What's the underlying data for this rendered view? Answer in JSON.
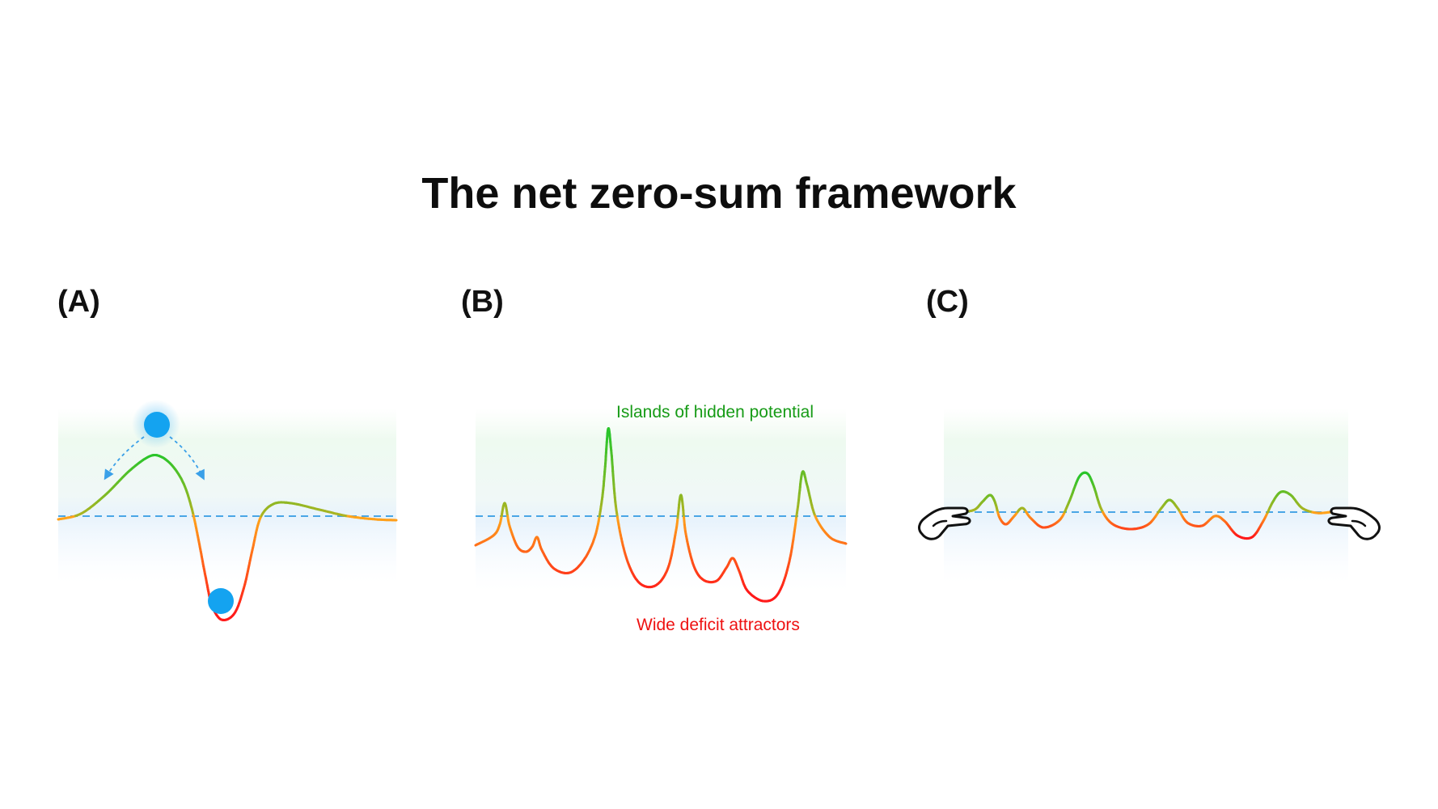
{
  "title": "The net zero-sum framework",
  "panels": [
    {
      "id": "A",
      "label": "(A)"
    },
    {
      "id": "B",
      "label": "(B)"
    },
    {
      "id": "C",
      "label": "(C)"
    }
  ],
  "annotations": {
    "islands": "Islands of hidden potential",
    "attractors": "Wide deficit attractors"
  },
  "colors": {
    "positive": "#2bc52b",
    "negative": "#ff1a1a",
    "transition": "#ffa51a",
    "baseline": "#4aa6e6",
    "ball": "#14a3f0",
    "islands_text": "#169b16",
    "attractors_text": "#ee1111",
    "hand_icon": "hand-outline-icon"
  }
}
